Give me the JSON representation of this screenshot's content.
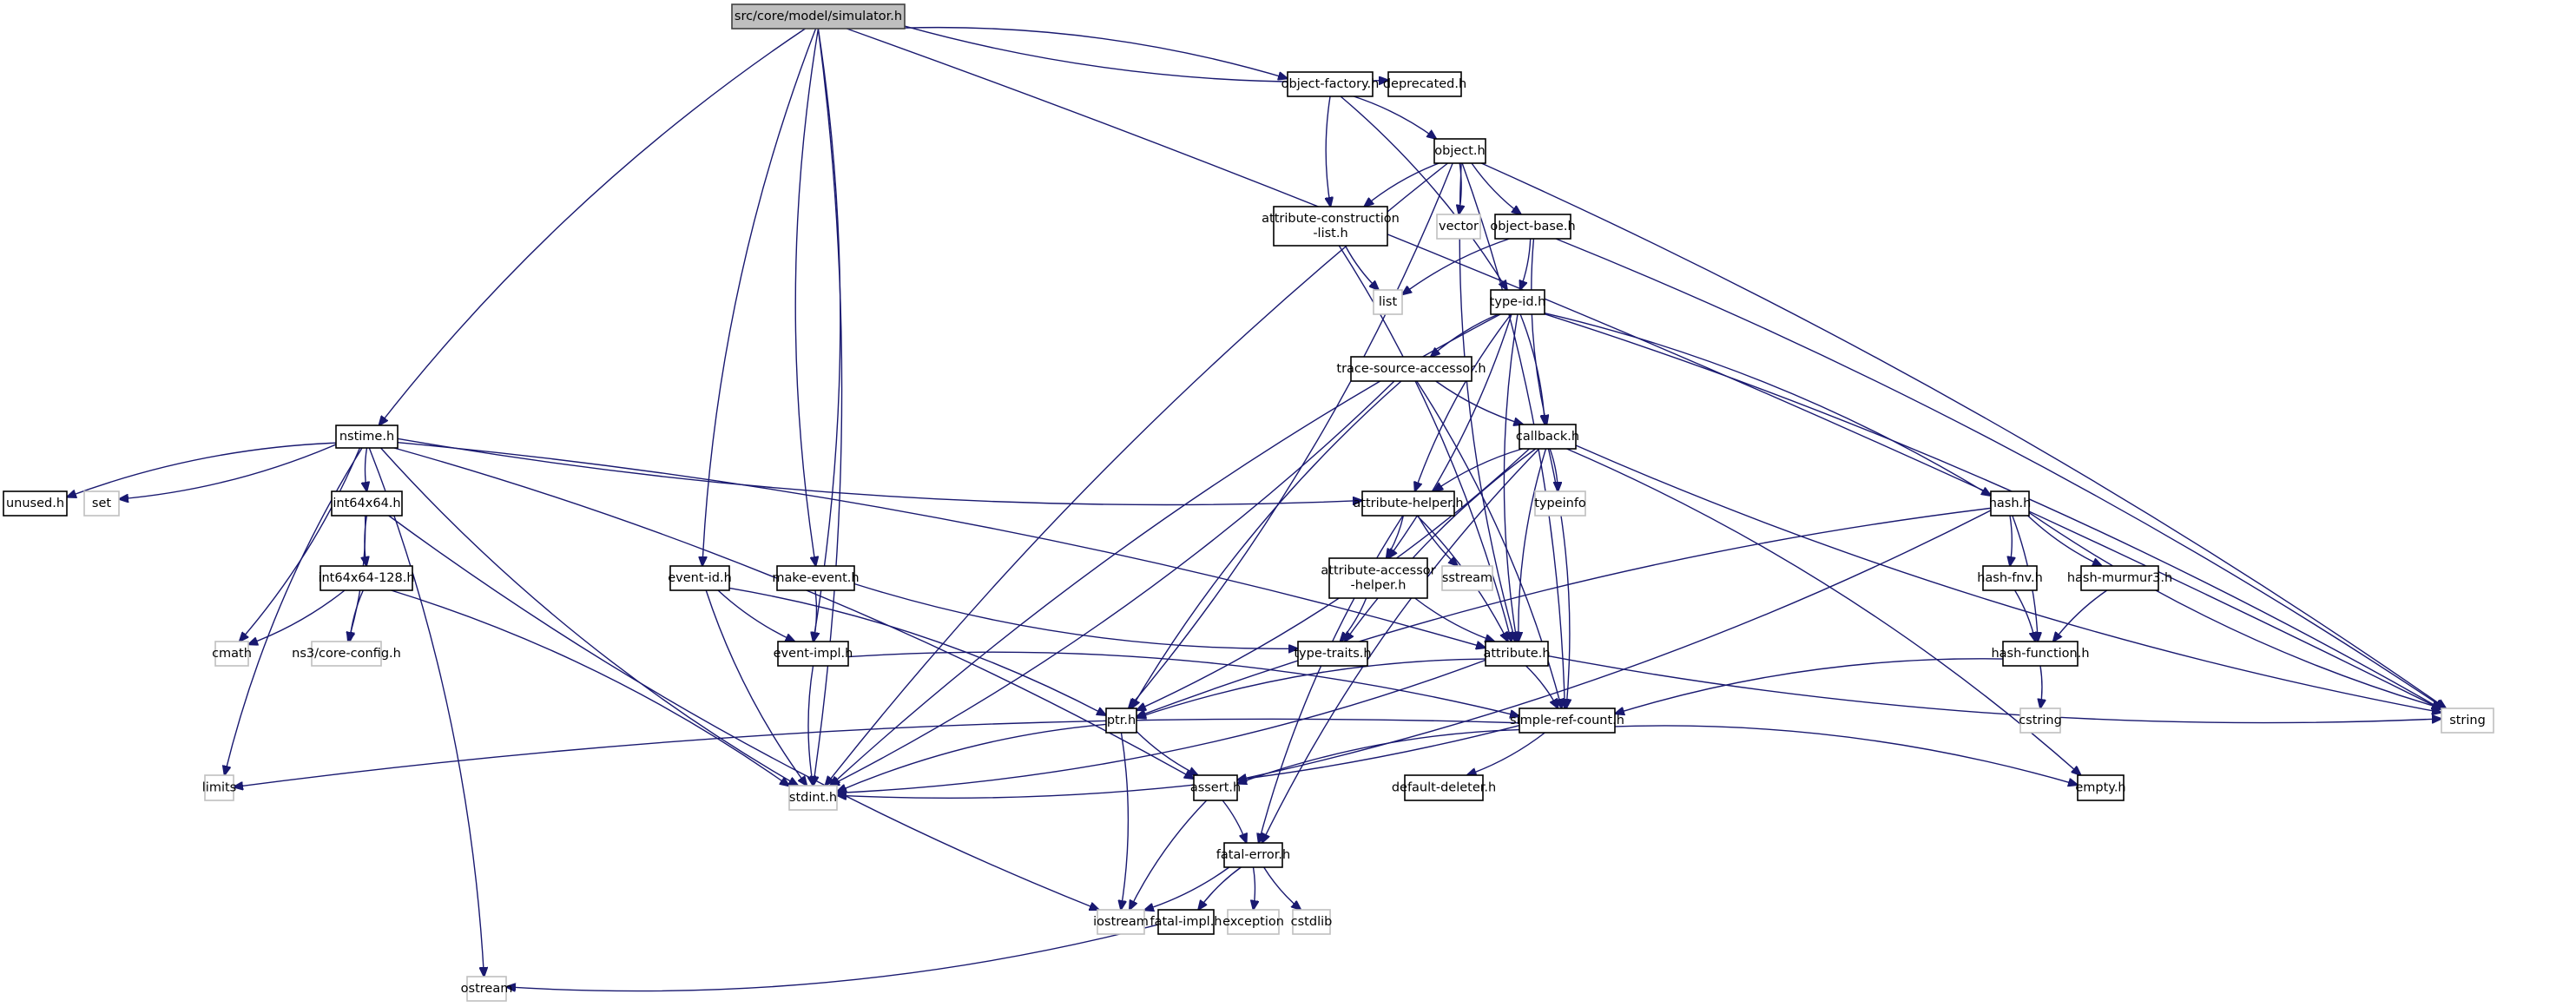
{
  "diagram": {
    "type": "include-dependency-graph",
    "root": "src/core/model/simulator.h",
    "colors": {
      "edge": "#191970",
      "root_fill": "#bfbfbf",
      "local_border": "#000000",
      "system_border": "#bfbfbf"
    },
    "nodes": [
      {
        "id": "simulator",
        "label": "src/core/model/simulator.h",
        "kind": "root"
      },
      {
        "id": "object_factory",
        "label": "object-factory.h",
        "kind": "local"
      },
      {
        "id": "deprecated",
        "label": "deprecated.h",
        "kind": "local"
      },
      {
        "id": "object",
        "label": "object.h",
        "kind": "local"
      },
      {
        "id": "attr_construction_list",
        "label": "attribute-construction\n-list.h",
        "kind": "local"
      },
      {
        "id": "vector",
        "label": "vector",
        "kind": "system"
      },
      {
        "id": "object_base",
        "label": "object-base.h",
        "kind": "local"
      },
      {
        "id": "list",
        "label": "list",
        "kind": "system"
      },
      {
        "id": "type_id",
        "label": "type-id.h",
        "kind": "local"
      },
      {
        "id": "trace_source_accessor",
        "label": "trace-source-accessor.h",
        "kind": "local"
      },
      {
        "id": "callback",
        "label": "callback.h",
        "kind": "local"
      },
      {
        "id": "attribute_helper",
        "label": "attribute-helper.h",
        "kind": "local"
      },
      {
        "id": "typeinfo",
        "label": "typeinfo",
        "kind": "system"
      },
      {
        "id": "attr_accessor_helper",
        "label": "attribute-accessor\n-helper.h",
        "kind": "local"
      },
      {
        "id": "sstream",
        "label": "sstream",
        "kind": "system"
      },
      {
        "id": "type_traits",
        "label": "type-traits.h",
        "kind": "local"
      },
      {
        "id": "attribute",
        "label": "attribute.h",
        "kind": "local"
      },
      {
        "id": "simple_ref_count",
        "label": "simple-ref-count.h",
        "kind": "local"
      },
      {
        "id": "ptr",
        "label": "ptr.h",
        "kind": "local"
      },
      {
        "id": "assert",
        "label": "assert.h",
        "kind": "local"
      },
      {
        "id": "default_deleter",
        "label": "default-deleter.h",
        "kind": "local"
      },
      {
        "id": "fatal_error",
        "label": "fatal-error.h",
        "kind": "local"
      },
      {
        "id": "iostream",
        "label": "iostream",
        "kind": "system"
      },
      {
        "id": "fatal_impl",
        "label": "fatal-impl.h",
        "kind": "local"
      },
      {
        "id": "exception",
        "label": "exception",
        "kind": "system"
      },
      {
        "id": "cstdlib",
        "label": "cstdlib",
        "kind": "system"
      },
      {
        "id": "ostream",
        "label": "ostream",
        "kind": "system"
      },
      {
        "id": "stdint",
        "label": "stdint.h",
        "kind": "system"
      },
      {
        "id": "limits",
        "label": "limits",
        "kind": "system"
      },
      {
        "id": "nstime",
        "label": "nstime.h",
        "kind": "local"
      },
      {
        "id": "unused",
        "label": "unused.h",
        "kind": "local"
      },
      {
        "id": "set",
        "label": "set",
        "kind": "system"
      },
      {
        "id": "int64x64",
        "label": "int64x64.h",
        "kind": "local"
      },
      {
        "id": "int64x64_128",
        "label": "int64x64-128.h",
        "kind": "local"
      },
      {
        "id": "cmath",
        "label": "cmath",
        "kind": "system"
      },
      {
        "id": "core_config",
        "label": "ns3/core-config.h",
        "kind": "system"
      },
      {
        "id": "event_id",
        "label": "event-id.h",
        "kind": "local"
      },
      {
        "id": "make_event",
        "label": "make-event.h",
        "kind": "local"
      },
      {
        "id": "event_impl",
        "label": "event-impl.h",
        "kind": "local"
      },
      {
        "id": "hash",
        "label": "hash.h",
        "kind": "local"
      },
      {
        "id": "hash_fnv",
        "label": "hash-fnv.h",
        "kind": "local"
      },
      {
        "id": "hash_murmur3",
        "label": "hash-murmur3.h",
        "kind": "local"
      },
      {
        "id": "hash_function",
        "label": "hash-function.h",
        "kind": "local"
      },
      {
        "id": "cstring",
        "label": "cstring",
        "kind": "system"
      },
      {
        "id": "empty",
        "label": "empty.h",
        "kind": "local"
      },
      {
        "id": "string",
        "label": "string",
        "kind": "system"
      }
    ],
    "edges": [
      [
        "simulator",
        "object_factory"
      ],
      [
        "simulator",
        "deprecated"
      ],
      [
        "simulator",
        "string"
      ],
      [
        "simulator",
        "nstime"
      ],
      [
        "simulator",
        "stdint"
      ],
      [
        "simulator",
        "event_id"
      ],
      [
        "simulator",
        "event_impl"
      ],
      [
        "simulator",
        "make_event"
      ],
      [
        "object_factory",
        "object"
      ],
      [
        "object_factory",
        "attr_construction_list"
      ],
      [
        "object_factory",
        "type_id"
      ],
      [
        "object",
        "attr_construction_list"
      ],
      [
        "object",
        "vector"
      ],
      [
        "object",
        "object_base"
      ],
      [
        "object",
        "ptr"
      ],
      [
        "object",
        "stdint"
      ],
      [
        "object",
        "string"
      ],
      [
        "object",
        "attribute"
      ],
      [
        "object",
        "simple_ref_count"
      ],
      [
        "attr_construction_list",
        "list"
      ],
      [
        "attr_construction_list",
        "attribute"
      ],
      [
        "object_base",
        "list"
      ],
      [
        "object_base",
        "type_id"
      ],
      [
        "object_base",
        "callback"
      ],
      [
        "object_base",
        "string"
      ],
      [
        "type_id",
        "trace_source_accessor"
      ],
      [
        "type_id",
        "callback"
      ],
      [
        "type_id",
        "attribute_helper"
      ],
      [
        "type_id",
        "attr_accessor_helper"
      ],
      [
        "type_id",
        "attribute"
      ],
      [
        "type_id",
        "hash"
      ],
      [
        "type_id",
        "stdint"
      ],
      [
        "type_id",
        "string"
      ],
      [
        "trace_source_accessor",
        "callback"
      ],
      [
        "trace_source_accessor",
        "stdint"
      ],
      [
        "trace_source_accessor",
        "ptr"
      ],
      [
        "trace_source_accessor",
        "simple_ref_count"
      ],
      [
        "callback",
        "attribute_helper"
      ],
      [
        "callback",
        "typeinfo"
      ],
      [
        "callback",
        "attribute"
      ],
      [
        "callback",
        "ptr"
      ],
      [
        "callback",
        "type_traits"
      ],
      [
        "callback",
        "simple_ref_count"
      ],
      [
        "callback",
        "fatal_error"
      ],
      [
        "callback",
        "empty"
      ],
      [
        "callback",
        "string"
      ],
      [
        "attribute_helper",
        "attr_accessor_helper"
      ],
      [
        "attribute_helper",
        "sstream"
      ],
      [
        "attribute_helper",
        "attribute"
      ],
      [
        "attribute_helper",
        "fatal_error"
      ],
      [
        "attr_accessor_helper",
        "type_traits"
      ],
      [
        "attr_accessor_helper",
        "attribute"
      ],
      [
        "attribute",
        "simple_ref_count"
      ],
      [
        "attribute",
        "ptr"
      ],
      [
        "attribute",
        "stdint"
      ],
      [
        "attribute",
        "string"
      ],
      [
        "simple_ref_count",
        "default_deleter"
      ],
      [
        "simple_ref_count",
        "assert"
      ],
      [
        "simple_ref_count",
        "stdint"
      ],
      [
        "simple_ref_count",
        "limits"
      ],
      [
        "simple_ref_count",
        "empty"
      ],
      [
        "ptr",
        "assert"
      ],
      [
        "ptr",
        "iostream"
      ],
      [
        "ptr",
        "stdint"
      ],
      [
        "assert",
        "fatal_error"
      ],
      [
        "assert",
        "iostream"
      ],
      [
        "fatal_error",
        "iostream"
      ],
      [
        "fatal_error",
        "fatal_impl"
      ],
      [
        "fatal_error",
        "exception"
      ],
      [
        "fatal_error",
        "cstdlib"
      ],
      [
        "fatal_impl",
        "ostream"
      ],
      [
        "nstime",
        "unused"
      ],
      [
        "nstime",
        "set"
      ],
      [
        "nstime",
        "int64x64"
      ],
      [
        "nstime",
        "cmath"
      ],
      [
        "nstime",
        "limits"
      ],
      [
        "nstime",
        "ostream"
      ],
      [
        "nstime",
        "stdint"
      ],
      [
        "nstime",
        "attribute"
      ],
      [
        "nstime",
        "attribute_helper"
      ],
      [
        "nstime",
        "assert"
      ],
      [
        "int64x64",
        "int64x64_128"
      ],
      [
        "int64x64",
        "core_config"
      ],
      [
        "int64x64",
        "iostream"
      ],
      [
        "int64x64_128",
        "cmath"
      ],
      [
        "int64x64_128",
        "core_config"
      ],
      [
        "int64x64_128",
        "stdint"
      ],
      [
        "event_id",
        "event_impl"
      ],
      [
        "event_id",
        "ptr"
      ],
      [
        "event_id",
        "stdint"
      ],
      [
        "make_event",
        "event_impl"
      ],
      [
        "make_event",
        "type_traits"
      ],
      [
        "event_impl",
        "simple_ref_count"
      ],
      [
        "event_impl",
        "stdint"
      ],
      [
        "hash",
        "hash_fnv"
      ],
      [
        "hash",
        "hash_murmur3"
      ],
      [
        "hash",
        "hash_function"
      ],
      [
        "hash",
        "ptr"
      ],
      [
        "hash",
        "assert"
      ],
      [
        "hash",
        "string"
      ],
      [
        "hash_fnv",
        "hash_function"
      ],
      [
        "hash_murmur3",
        "hash_function"
      ],
      [
        "hash_function",
        "cstring"
      ],
      [
        "hash_function",
        "simple_ref_count"
      ]
    ]
  }
}
